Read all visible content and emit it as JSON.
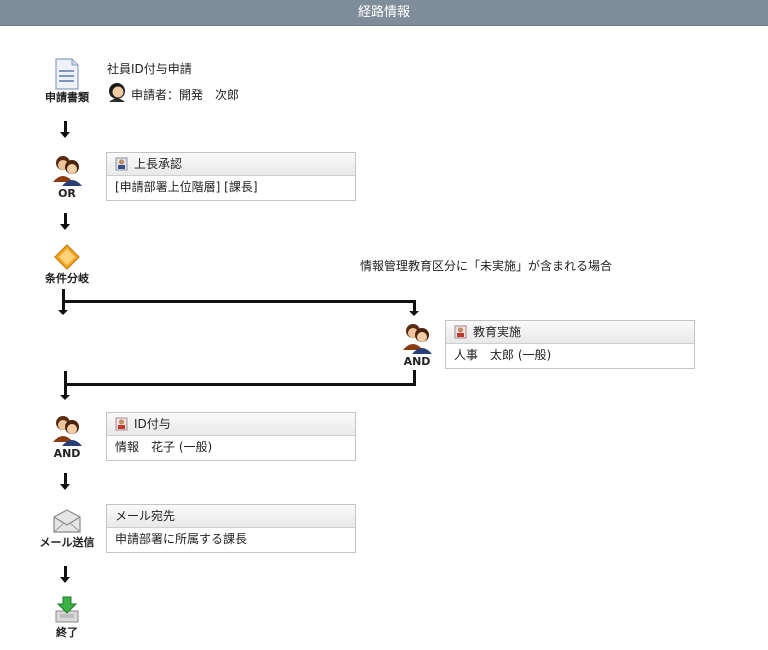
{
  "header": {
    "title": "経路情報"
  },
  "application": {
    "node_label": "申請書類",
    "title": "社員ID付与申請",
    "applicant": "申請者：開発　次郎"
  },
  "step1": {
    "node_label": "OR",
    "box_title": "上長承認",
    "box_body": "[申請部署上位階層] [課長]"
  },
  "branch": {
    "node_label": "条件分岐",
    "condition": "情報管理教育区分に「未実施」が含まれる場合"
  },
  "step2": {
    "node_label": "AND",
    "box_title": "教育実施",
    "box_body": "人事　太郎 (一般)"
  },
  "step3": {
    "node_label": "AND",
    "box_title": "ID付与",
    "box_body": "情報　花子 (一般)"
  },
  "mail": {
    "node_label": "メール送信",
    "box_title": "メール宛先",
    "box_body": "申請部署に所属する課長"
  },
  "end": {
    "node_label": "終了"
  }
}
